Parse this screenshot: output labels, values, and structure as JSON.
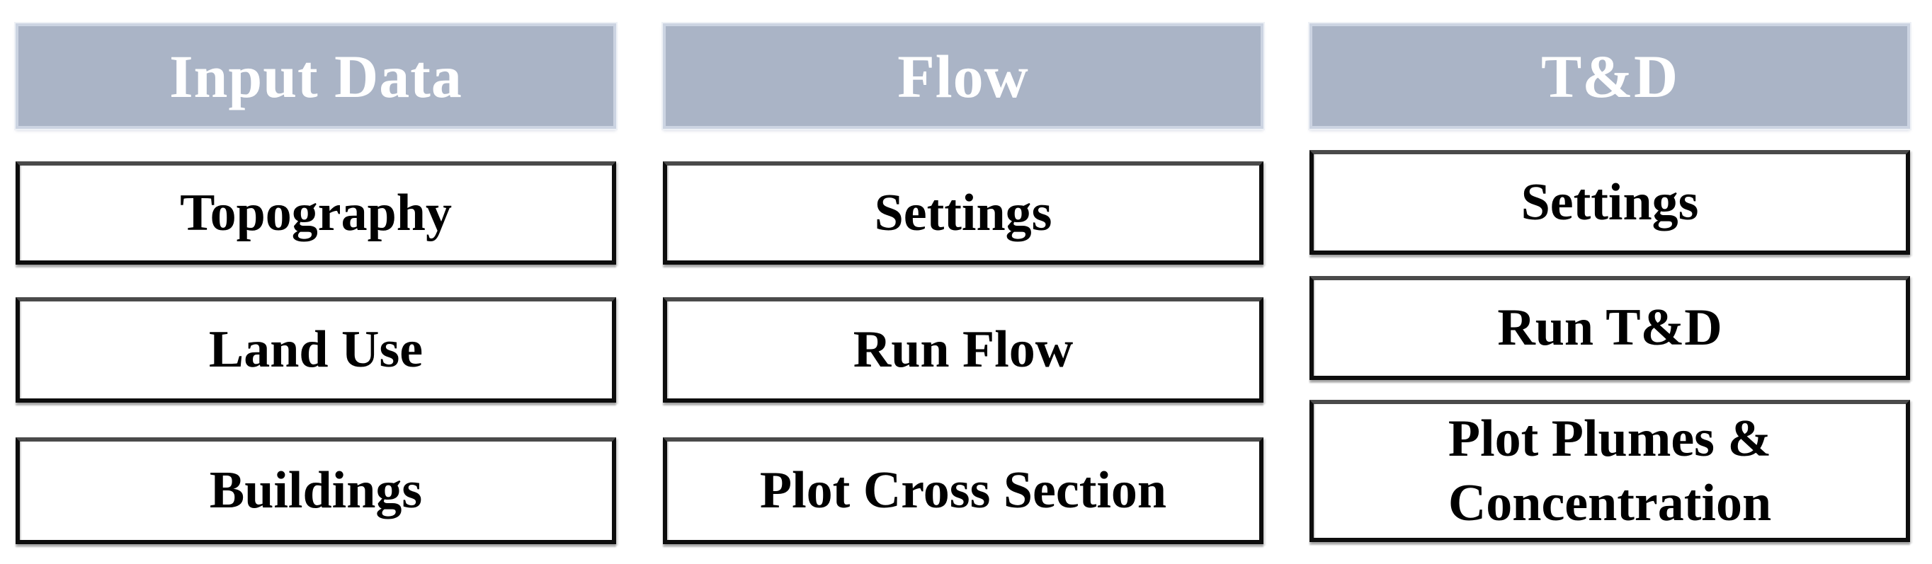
{
  "panels": [
    {
      "header": "Input Data",
      "buttons": [
        "Topography",
        "Land Use",
        "Buildings"
      ]
    },
    {
      "header": "Flow",
      "buttons": [
        "Settings",
        "Run Flow",
        "Plot Cross Section"
      ]
    },
    {
      "header": "T&D",
      "buttons": [
        "Settings",
        "Run T&D",
        "Plot Plumes & Concentration"
      ]
    }
  ],
  "colors": {
    "header_fill": "#aab4c6",
    "header_edge": "#ccd4e2",
    "header_text": "#ffffff",
    "button_fill": "#ffffff",
    "button_border": "#0d0d0d",
    "button_text": "#000000",
    "background": "#ffffff"
  }
}
